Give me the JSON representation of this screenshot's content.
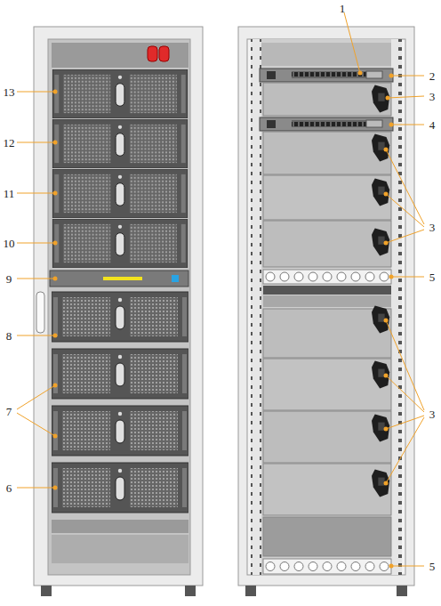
{
  "diagram": {
    "labels": [
      "13",
      "12",
      "11",
      "10",
      "9",
      "8",
      "7",
      "6",
      "1",
      "2",
      "3",
      "4",
      "3",
      "5",
      "3",
      "5"
    ]
  }
}
